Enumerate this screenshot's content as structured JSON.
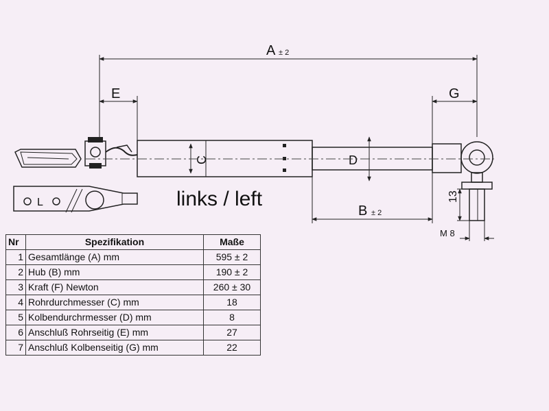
{
  "dimensions": {
    "a": "A",
    "a_tol": "± 2",
    "b": "B",
    "b_tol": "± 2",
    "c": "C",
    "d": "D",
    "e": "E",
    "g": "G",
    "thread_length": "13",
    "thread": "M 8"
  },
  "side_label": "links / left",
  "bracket_letters": {
    "left": "O",
    "mid": "L",
    "right": "O"
  },
  "table": {
    "headers": [
      "Nr",
      "Spezifikation",
      "Maße"
    ],
    "rows": [
      {
        "nr": "1",
        "spec": "Gesamtlänge (A) mm",
        "value": "595 ± 2"
      },
      {
        "nr": "2",
        "spec": "Hub (B)  mm",
        "value": "190 ± 2"
      },
      {
        "nr": "3",
        "spec": "Kraft (F) Newton",
        "value": "260 ± 30"
      },
      {
        "nr": "4",
        "spec": "Rohrdurchmesser (C) mm",
        "value": "18"
      },
      {
        "nr": "5",
        "spec": "Kolbendurchrmesser (D) mm",
        "value": "8"
      },
      {
        "nr": "6",
        "spec": "Anschluß Rohrseitig (E) mm",
        "value": "27"
      },
      {
        "nr": "7",
        "spec": "Anschluß Kolbenseitig (G) mm",
        "value": "22"
      }
    ]
  },
  "colors": {
    "background": "#f6eef6",
    "line": "#222222"
  }
}
